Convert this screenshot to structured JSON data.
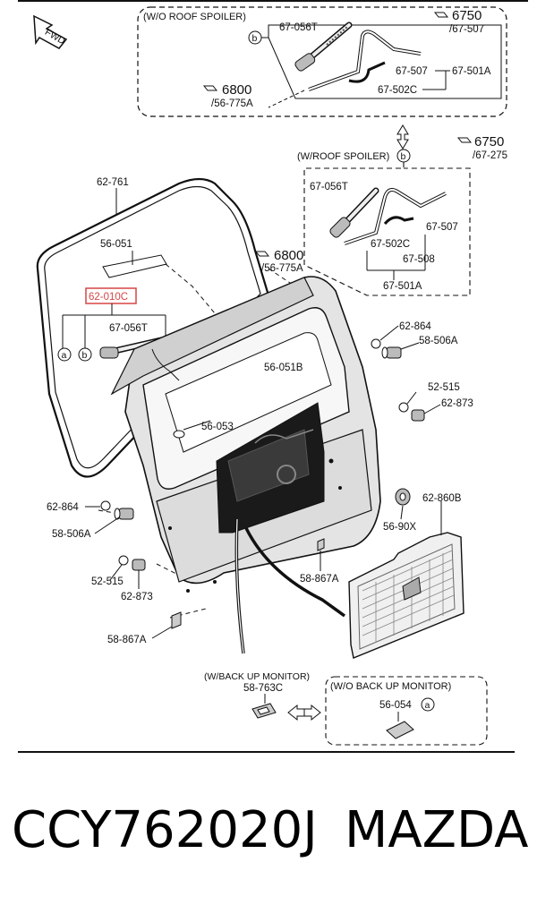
{
  "labels": {
    "wo_roof_spoiler": "(W/O ROOF SPOILER)",
    "w_roof_spoiler": "(W/ROOF SPOILER)",
    "w_back_up_monitor": "(W/BACK UP MONITOR)",
    "wo_back_up_monitor": "(W/O BACK UP MONITOR)",
    "callout_b": "b",
    "callout_a": "a",
    "ref_6750": "6750",
    "ref_6750_sub": "/67-507",
    "ref_6750b": "6750",
    "ref_6750b_sub": "/67-275",
    "ref_6800": "6800",
    "ref_6800_sub": "/56-775A",
    "ref_6800b": "6800",
    "ref_6800b_sub": "/56-775A",
    "p_67_056t_top": "67-056T",
    "p_67_507_top": "67-507",
    "p_67_501a_top": "67-501A",
    "p_67_502c_top": "67-502C",
    "p_67_056t_mid": "67-056T",
    "p_67_507_mid": "67-507",
    "p_67_502c_mid": "67-502C",
    "p_67_508": "67-508",
    "p_67_501a_mid": "67-501A",
    "p_62_761": "62-761",
    "p_56_051": "56-051",
    "p_62_010c": "62-010C",
    "p_67_056t_left": "67-056T",
    "p_56_051b": "56-051B",
    "p_56_053": "56-053",
    "p_62_864_right": "62-864",
    "p_58_506a_right": "58-506A",
    "p_52_515_right": "52-515",
    "p_62_873_right": "62-873",
    "p_56_90x": "56-90X",
    "p_62_860b": "62-860B",
    "p_62_864_left": "62-864",
    "p_58_506a_left": "58-506A",
    "p_52_515_left": "52-515",
    "p_62_873_left": "62-873",
    "p_58_867a_right": "58-867A",
    "p_58_867a_left": "58-867A",
    "p_58_763c": "58-763C",
    "p_56_054": "56-054",
    "fwd": "FWD"
  },
  "footer": {
    "part_code": "CCY762020J",
    "brand": "MAZDA"
  },
  "colors": {
    "highlight": "#d64545",
    "line": "#111111",
    "panel_fill": "#e4e4e4",
    "glass": "#1a1a1a"
  }
}
